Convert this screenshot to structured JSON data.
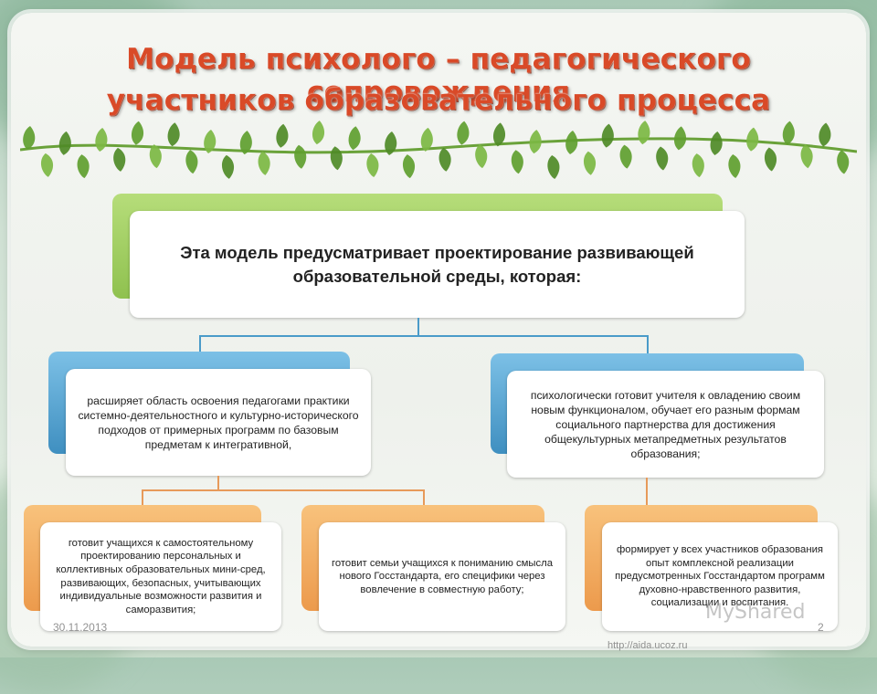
{
  "title": {
    "line1": "Модель психолого – педагогического сопровождения",
    "line2": "участников образовательного процесса"
  },
  "main_box": {
    "text": "Эта модель предусматривает проектирование развивающей образовательной среды, которая:"
  },
  "level2": {
    "left": "расширяет область освоения педагогами практики системно-деятельностного и культурно-исторического подходов от примерных программ по базовым предметам к интегративной,",
    "right": "психологически готовит учителя к овладению своим новым функционалом, обучает его разным формам социального партнерства для достижения общекультурных метапредметных результатов образования;"
  },
  "level3": {
    "left": "готовит учащихся к самостоятельному проектированию персональных и коллективных образовательных мини-сред, развивающих, безопасных, учитывающих индивидуальные возможности развития и саморазвития;",
    "middle": "готовит семьи учащихся к пониманию смысла нового Госстандарта, его специфики через вовлечение в совместную  работу;",
    "right": "формирует у всех участников образования опыт комплексной реализации предусмотренных Госстандартом программ духовно-нравственного развития, социализации и воспитания."
  },
  "footer": {
    "date": "30.11.2013",
    "page": "2",
    "url": "http://aida.ucoz.ru",
    "watermark": "MyShared"
  },
  "colors": {
    "title": "#d94a28",
    "green_back": "#9fcd5f",
    "blue_back": "#4a9bc9",
    "orange_back": "#f0a45a"
  }
}
